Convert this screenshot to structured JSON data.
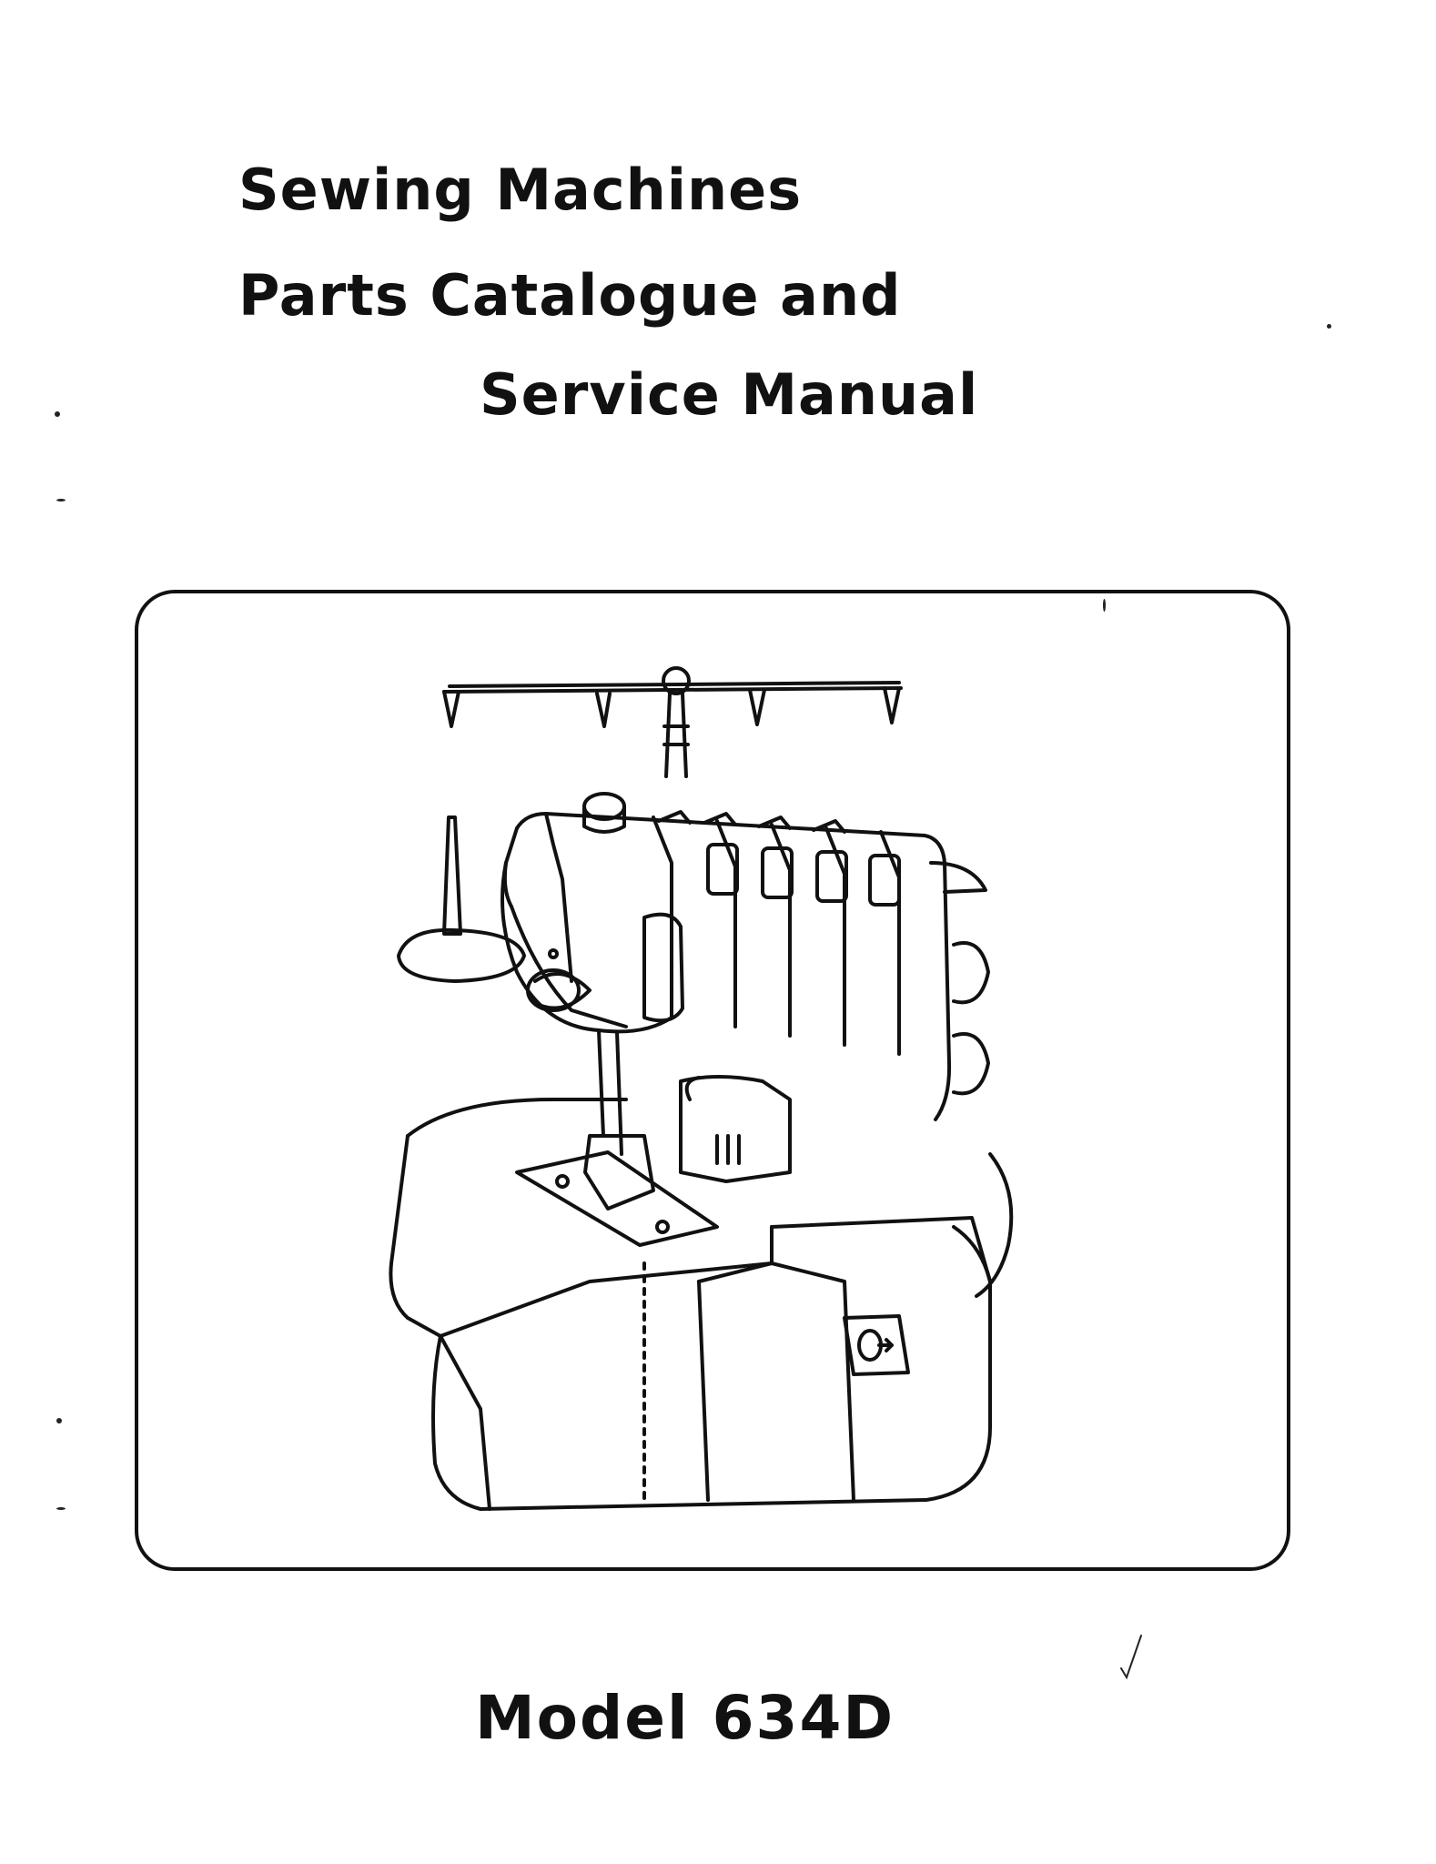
{
  "document": {
    "title_lines": [
      "Sewing Machines",
      "Parts Catalogue and",
      "Service Manual"
    ],
    "model_label": "Model 634D"
  },
  "illustration": {
    "subject": "serger-sewing-machine",
    "line_color": "#111111",
    "paper_color": "#ffffff"
  }
}
